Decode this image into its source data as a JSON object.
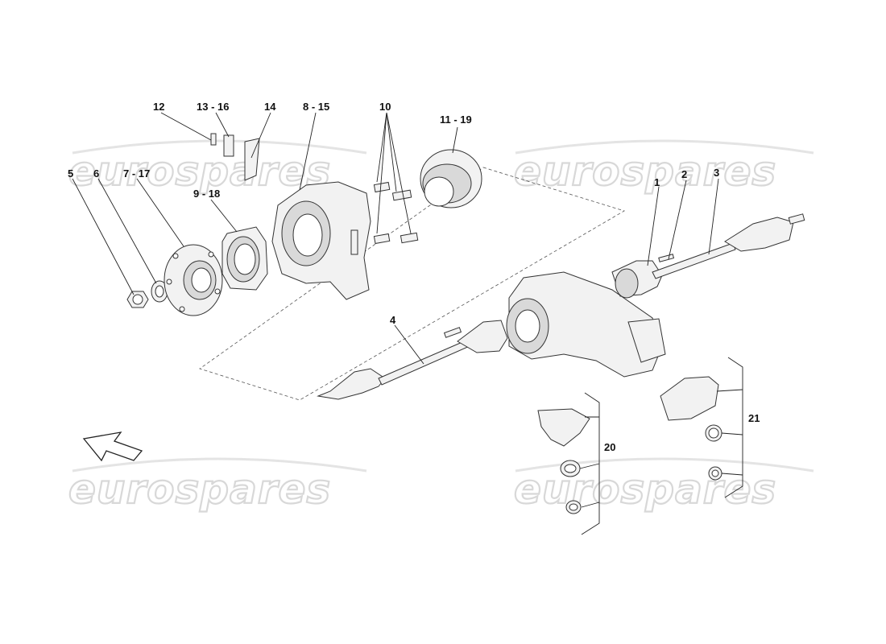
{
  "watermark": {
    "text": "eurospares"
  },
  "callouts": {
    "c1": "1",
    "c2": "2",
    "c3": "3",
    "c4": "4",
    "c5": "5",
    "c6": "6",
    "c7_17": "7 - 17",
    "c8_15": "8 - 15",
    "c9_18": "9 - 18",
    "c10": "10",
    "c11_19": "11 - 19",
    "c12": "12",
    "c13_16": "13 - 16",
    "c14": "14",
    "c20": "20",
    "c21": "21"
  }
}
